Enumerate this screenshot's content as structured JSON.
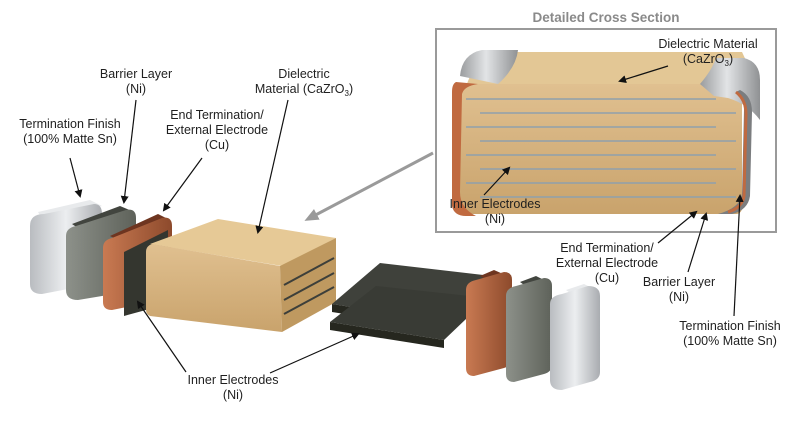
{
  "inset": {
    "title": "Detailed Cross Section",
    "dielectric": {
      "line1": "Dielectric Material",
      "line2_pre": "(CaZrO",
      "line2_sub": "3",
      "line2_post": ")"
    },
    "inner_electrodes": {
      "line1": "Inner Electrodes",
      "line2": "(Ni)"
    }
  },
  "exploded": {
    "termination_finish": {
      "line1": "Termination Finish",
      "line2": "(100% Matte Sn)"
    },
    "barrier_layer": {
      "line1": "Barrier Layer",
      "line2": "(Ni)"
    },
    "end_termination": {
      "line1": "End Termination/",
      "line2": "External Electrode",
      "line3": "(Cu)"
    },
    "dielectric": {
      "line1": "Dielectric",
      "line2_pre": "Material (CaZrO",
      "line2_sub": "3",
      "line2_post": ")"
    },
    "inner_electrodes": {
      "line1": "Inner Electrodes",
      "line2": "(Ni)"
    }
  },
  "right_labels": {
    "end_termination": {
      "line1": "End Termination/",
      "line2": "External Electrode",
      "line3": "(Cu)"
    },
    "barrier_layer": {
      "line1": "Barrier Layer",
      "line2": "(Ni)"
    },
    "termination_finish": {
      "line1": "Termination Finish",
      "line2": "(100% Matte Sn)"
    }
  },
  "colors": {
    "dielectric": "#d4b07a",
    "copper": "#b5643e",
    "nickel": "#5b5e55",
    "tin": "#d0d3d6",
    "electrode": "#3d3f3a",
    "frame": "#9a9a9a"
  }
}
